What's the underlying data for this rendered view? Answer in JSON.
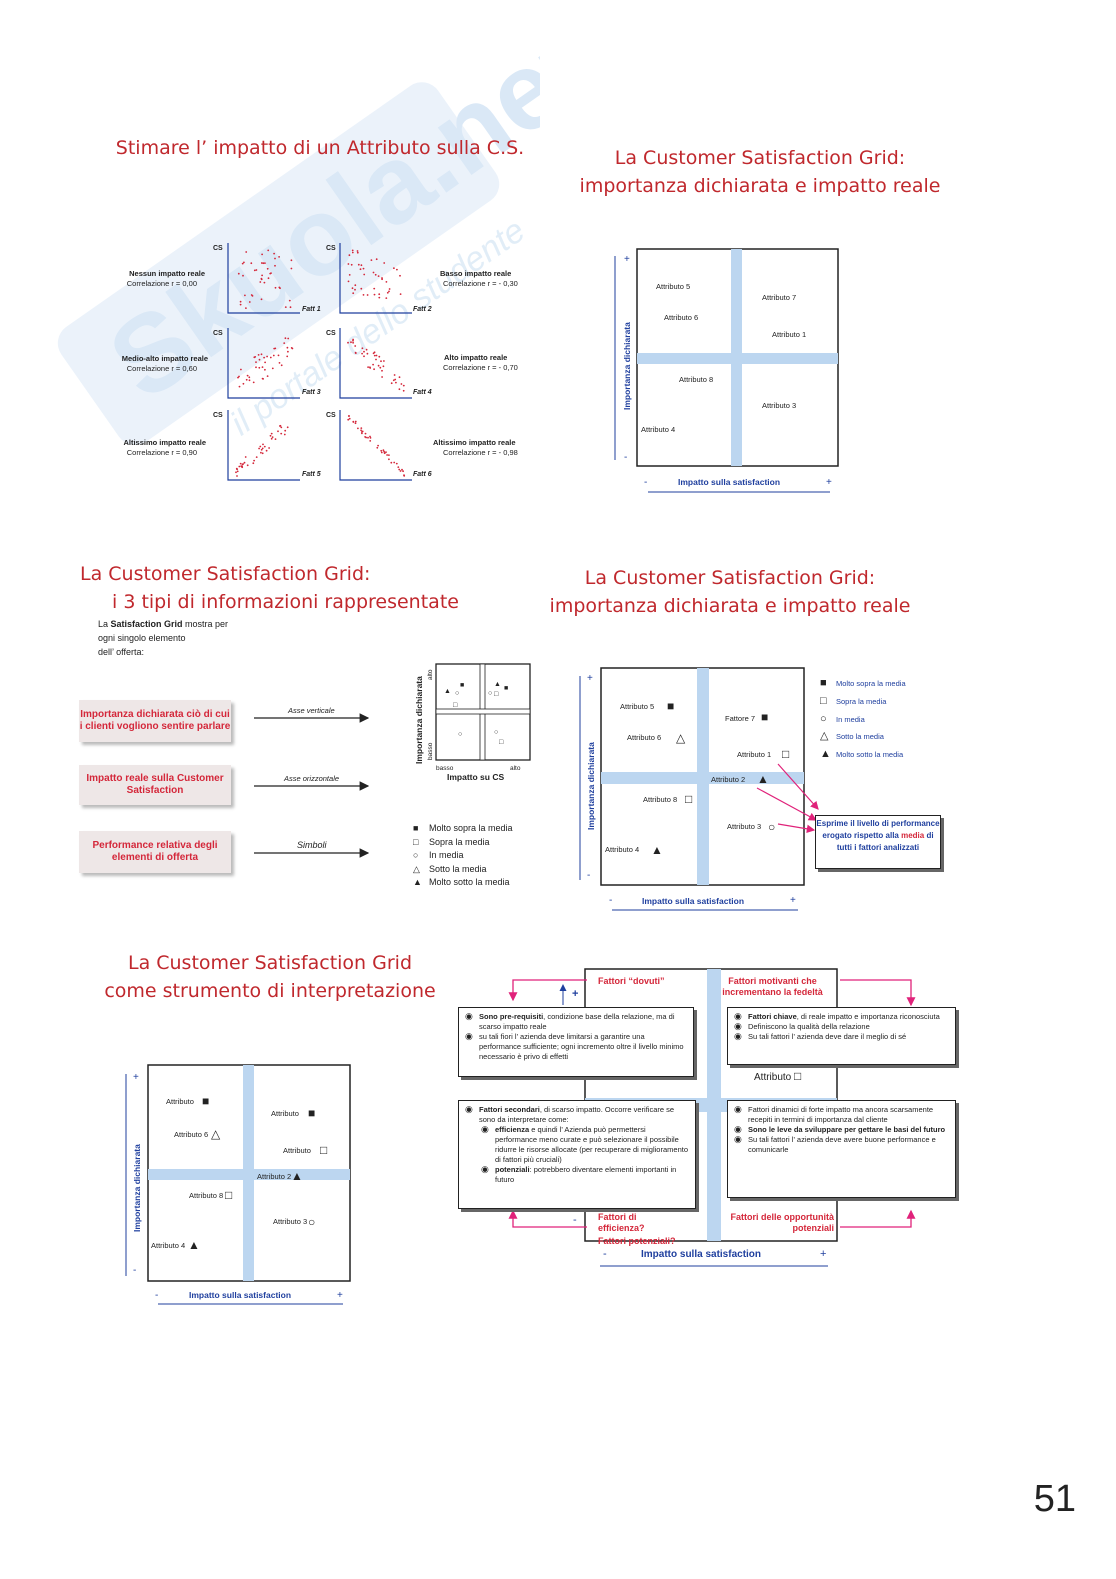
{
  "watermark": {
    "brand": "Skuola.net",
    "tagline": "il portale dello studente"
  },
  "page_number": "51",
  "slide1": {
    "title": "Stimare l’ impatto di un Attributo sulla C.S.",
    "cs_label": "CS",
    "panels": [
      {
        "left_label": "Nessun impatto reale",
        "left_sub": "Correlazione r = 0,00",
        "axis": "Fatt 1"
      },
      {
        "right_label": "Basso impatto reale",
        "right_sub": "Correlazione r = - 0,30",
        "axis": "Fatt 2"
      },
      {
        "left_label": "Medio-alto impatto reale",
        "left_sub": "Correlazione r = 0,60",
        "axis": "Fatt 3"
      },
      {
        "right_label": "Alto impatto reale",
        "right_sub": "Correlazione r = - 0,70",
        "axis": "Fatt 4"
      },
      {
        "left_label": "Altissimo impatto reale",
        "left_sub": "Correlazione r = 0,90",
        "axis": "Fatt 5"
      },
      {
        "right_label": "Altissimo impatto reale",
        "right_sub": "Correlazione r = - 0,98",
        "axis": "Fatt 6"
      }
    ]
  },
  "slide2": {
    "title_line1": "La Customer Satisfaction Grid:",
    "title_line2": "importanza dichiarata e impatto reale",
    "y_axis": "Importanza dichiarata",
    "x_axis": "Impatto sulla satisfaction",
    "plus": "+",
    "minus": "-",
    "attributes": [
      "Attributo 5",
      "Attributo 6",
      "Attributo 7",
      "Attributo 1",
      "Attributo 8",
      "Attributo 3",
      "Attributo 4"
    ]
  },
  "slide3": {
    "title_line1": "La Customer Satisfaction Grid:",
    "title_line2": "i 3 tipi di informazioni rappresentate",
    "intro_pre": "La ",
    "intro_bold": "Satisfaction Grid",
    "intro_post": " mostra per",
    "intro_line2": "ogni singolo elemento",
    "intro_line3": "dell’ offerta:",
    "rows": [
      {
        "box": "Importanza dichiarata ciò di cui i clienti vogliono sentire parlare",
        "arrow_label": "Asse verticale"
      },
      {
        "box": "Impatto reale sulla Customer Satisfaction",
        "arrow_label": "Asse orizzontale"
      },
      {
        "box": "Performance relativa degli elementi di offerta",
        "arrow_label": "Simboli"
      }
    ],
    "mini_grid": {
      "y_axis": "Importanza dichiarata",
      "y_high": "alto",
      "y_low": "basso",
      "x_low": "basso",
      "x_high": "alto",
      "x_axis": "Impatto su CS"
    },
    "legend": [
      "Molto sopra la media",
      "Sopra la media",
      "In media",
      "Sotto la media",
      "Molto sotto la media"
    ]
  },
  "slide4": {
    "title_line1": "La Customer Satisfaction Grid:",
    "title_line2": "importanza dichiarata e impatto reale",
    "y_axis": "Importanza dichiarata",
    "x_axis": "Impatto sulla satisfaction",
    "plus": "+",
    "minus": "-",
    "attributes": [
      "Attributo 5",
      "Attributo 6",
      "Fattore 7",
      "Attributo 1",
      "Attributo 2",
      "Attributo 8",
      "Attributo 3",
      "Attributo 4"
    ],
    "legend": [
      "Molto sopra la media",
      "Sopra la media",
      "In media",
      "Sotto la media",
      "Molto sotto la media"
    ],
    "callout_pre": "Esprime il livello di performance erogato rispetto alla ",
    "callout_red": "media",
    "callout_post": " di tutti i fattori analizzati"
  },
  "slide5": {
    "title_line1": "La Customer Satisfaction Grid",
    "title_line2": "come strumento di interpretazione",
    "y_axis": "Importanza dichiarata",
    "x_axis": "Impatto sulla satisfaction",
    "plus": "+",
    "minus": "-",
    "attributes": [
      "Attributo",
      "Attributo",
      "Attributo 6",
      "Attributo",
      "Attributo 2",
      "Attributo 8",
      "Attributo 3",
      "Attributo 4"
    ]
  },
  "slide6": {
    "top_left": "Fattori “dovuti”",
    "top_right": "Fattori motivanti che incrementano la fedeltà",
    "bottom_left_1": "Fattori di efficienza?",
    "bottom_left_2": "Fattori potenziali?",
    "bottom_right": "Fattori delle opportunità potenziali",
    "x_axis": "Impatto sulla satisfaction",
    "plus": "+",
    "minus": "-",
    "attr_label": "Attributo",
    "tl_bullets": [
      {
        "bold": "Sono pre-requisiti",
        "text": ", condizione base della relazione, ma di scarso impatto reale"
      },
      {
        "bold": "",
        "text": "su tali fiori l’ azienda deve limitarsi a garantire una performance sufficiente; ogni incremento oltre il livello minimo necessario è privo di effetti"
      }
    ],
    "tr_bullets": [
      {
        "bold": "Fattori chiave",
        "text": ", di reale impatto e importanza riconosciuta"
      },
      {
        "bold": "",
        "text": "Definiscono la qualità della relazione"
      },
      {
        "bold": "",
        "text": "Su tali fattori l’ azienda deve dare il meglio di sé"
      }
    ],
    "bl_intro_bold": "Fattori secondari",
    "bl_intro": ", di scarso impatto. Occorre verificare se sono da interpretare come:",
    "bl_subs": [
      {
        "bold": "efficienza",
        "text": " e quindi l’ Azienda può permettersi performance meno curate e può selezionare il possibile ridurre le risorse allocate (per recuperare di miglioramento di fattori più cruciali)"
      },
      {
        "bold": "potenziali",
        "text": ": potrebbero diventare elementi importanti in futuro"
      }
    ],
    "br_bullets": [
      {
        "bold": "",
        "text": "Fattori dinamici di forte impatto ma ancora scarsamente recepiti in termini di importanza dal cliente"
      },
      {
        "bold": "Sono le leve da sviluppare per gettare le basi del futuro",
        "text": ""
      },
      {
        "bold": "",
        "text": "Su tali fattori l’ azienda deve avere buone performance e comunicarle"
      }
    ]
  }
}
